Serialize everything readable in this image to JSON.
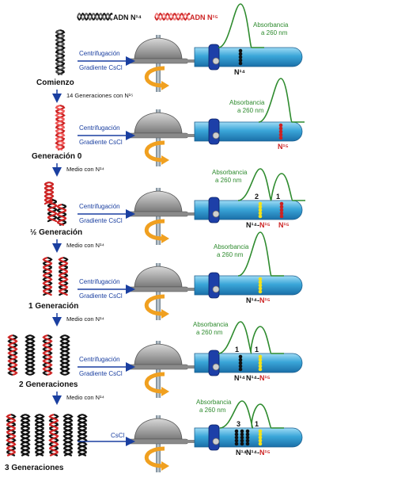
{
  "legend": {
    "n14_label": "ADN N¹⁴",
    "n15_label": "ADN N¹⁵"
  },
  "colors": {
    "n14": "#111111",
    "n15": "#cc2222",
    "hybrid": "#f4e21a",
    "accent_blue": "#1a3fa0",
    "curve_green": "#2e8b2e",
    "arrow_orange": "#f0a020"
  },
  "common": {
    "centrifugation": "Centrifugación",
    "gradient": "Gradiente CsCl",
    "gradient_short": "CsCl",
    "absorbance_line1": "Absorbancia",
    "absorbance_line2": "a 260 nm",
    "absorbance_full": "Absorbancia a 260 nm"
  },
  "rows": [
    {
      "stage": "Comienzo",
      "step_after": "14 Generaciones con N¹⁵",
      "bands": [
        {
          "type": "n14",
          "label": "N¹⁴"
        }
      ],
      "peak_counts": []
    },
    {
      "stage": "Generación 0",
      "step_after": "Medio con N¹⁴",
      "bands": [
        {
          "type": "n15",
          "label": "N¹⁵"
        }
      ],
      "peak_counts": []
    },
    {
      "stage": "½ Generación",
      "step_after": "Medio con N¹⁴",
      "bands": [
        {
          "type": "hybrid",
          "label": "N¹⁴-N¹⁵"
        },
        {
          "type": "n15",
          "label": "N¹⁵"
        }
      ],
      "peak_counts": [
        "2",
        "1"
      ]
    },
    {
      "stage": "1 Generación",
      "step_after": "Medio con N¹⁴",
      "bands": [
        {
          "type": "hybrid",
          "label": "N¹⁴-N¹⁵"
        }
      ],
      "peak_counts": []
    },
    {
      "stage": "2 Generaciones",
      "step_after": "Medio con N¹⁴",
      "bands": [
        {
          "type": "n14",
          "label": "N¹⁴"
        },
        {
          "type": "hybrid",
          "label": "N¹⁴-N¹⁵"
        }
      ],
      "peak_counts": [
        "1",
        "1"
      ]
    },
    {
      "stage": "3 Generaciones",
      "step_after": "",
      "bands": [
        {
          "type": "n14",
          "label": "N¹⁴"
        },
        {
          "type": "hybrid",
          "label": "N¹⁴-N¹⁵"
        }
      ],
      "peak_counts": [
        "3",
        "1"
      ]
    }
  ]
}
